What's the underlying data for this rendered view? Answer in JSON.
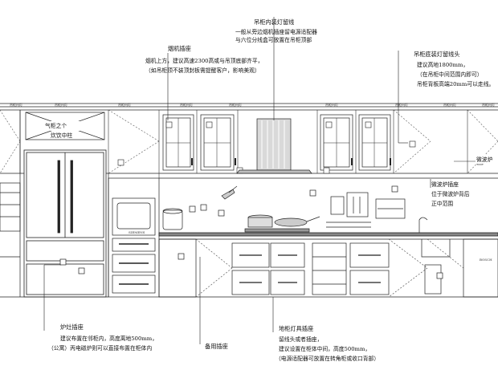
{
  "annotations": {
    "hood_top": {
      "title": "吊柜内装灯留线",
      "lines": [
        "一般从旁边烟机插座留电源适配器",
        "与六位分线盒可放置在吊柜顶部"
      ]
    },
    "hood_socket": {
      "title": "烟机插座",
      "lines": [
        "烟机上方，建议高速2300高或与吊顶底部齐平，",
        "（如吊柜顶不装顶封板需提醒客户，影响美观）"
      ]
    },
    "cabinet_light": {
      "title": "吊柜底装灯留线头",
      "lines": [
        "建议高地1800mm，",
        "（在吊柜中间范围内即可）",
        "吊柜背板高端20mm可以走线。"
      ]
    },
    "microwave": {
      "title": "微波炉",
      "lines": [
        "微波炉插座",
        "位于微波炉背后",
        "正中范围"
      ]
    },
    "gas_stove": {
      "title": "气柜之个",
      "lines": [
        "炊饮中柱"
      ]
    },
    "stove_socket": {
      "title": "炉灶插座",
      "lines": [
        "建议布置在邻柜内，高度离地500mm，",
        "（公寓）丙电磁炉则可以直接布置在柜体内"
      ]
    },
    "spare_socket": {
      "title": "备用插座"
    },
    "sink_socket": {
      "title": "地柜灯具插座",
      "lines": [
        "留线头或者插座，",
        "建议设置在柜体中间，高度500mm，",
        "（电源适配器可放置在转角柜或收口背部）"
      ]
    },
    "tiny_labels": [
      "吊柜内灯",
      "吊柜内灯",
      "吊柜内灯",
      "吊柜内灯",
      "吊柜内灯",
      "吊柜内灯",
      "吊柜内灯",
      "吊柜内灯",
      "吊柜内灯"
    ],
    "oven_label": "SIEMENS",
    "dish_label": "BOSCH"
  }
}
